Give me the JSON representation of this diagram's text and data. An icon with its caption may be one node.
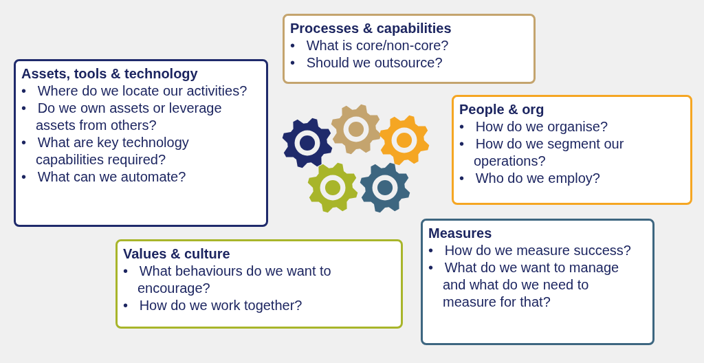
{
  "diagram": {
    "nodes": [
      {
        "text": [
          "Assets, tools & technology",
          "• Where do we locate our activities?",
          "• Do we own assets or leverage assets from others?",
          "• What are key technology capabilities required?",
          "• What can we automate?"
        ]
      },
      {
        "text": [
          "Processes & capabilities",
          "• What is core/non-core?",
          "• Should we outsource?"
        ]
      },
      {
        "text": [
          "People & org",
          "• How do we organise?",
          "• How do we segment our operations?",
          "• Who do we employ?"
        ]
      },
      {
        "text": [
          "Values & culture",
          "• What behaviours do we want to encourage?",
          "• How do we work together?"
        ]
      },
      {
        "text": [
          "Measures",
          "• How do we measure success?",
          "• What do we want to manage and what do we need to measure for that?"
        ]
      }
    ]
  }
}
